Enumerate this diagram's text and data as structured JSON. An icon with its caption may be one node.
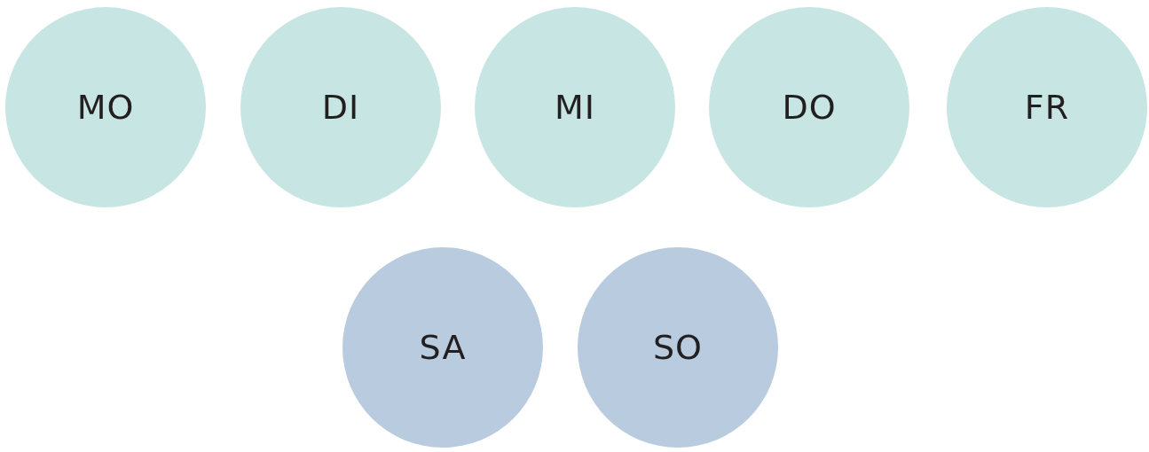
{
  "diagram": {
    "nodes": [
      {
        "text": [
          "MO"
        ]
      },
      {
        "text": [
          "DI"
        ]
      },
      {
        "text": [
          "MI"
        ]
      },
      {
        "text": [
          "DO"
        ]
      },
      {
        "text": [
          "FR"
        ]
      },
      {
        "text": [
          "SA"
        ]
      },
      {
        "text": [
          "SO"
        ]
      }
    ]
  }
}
